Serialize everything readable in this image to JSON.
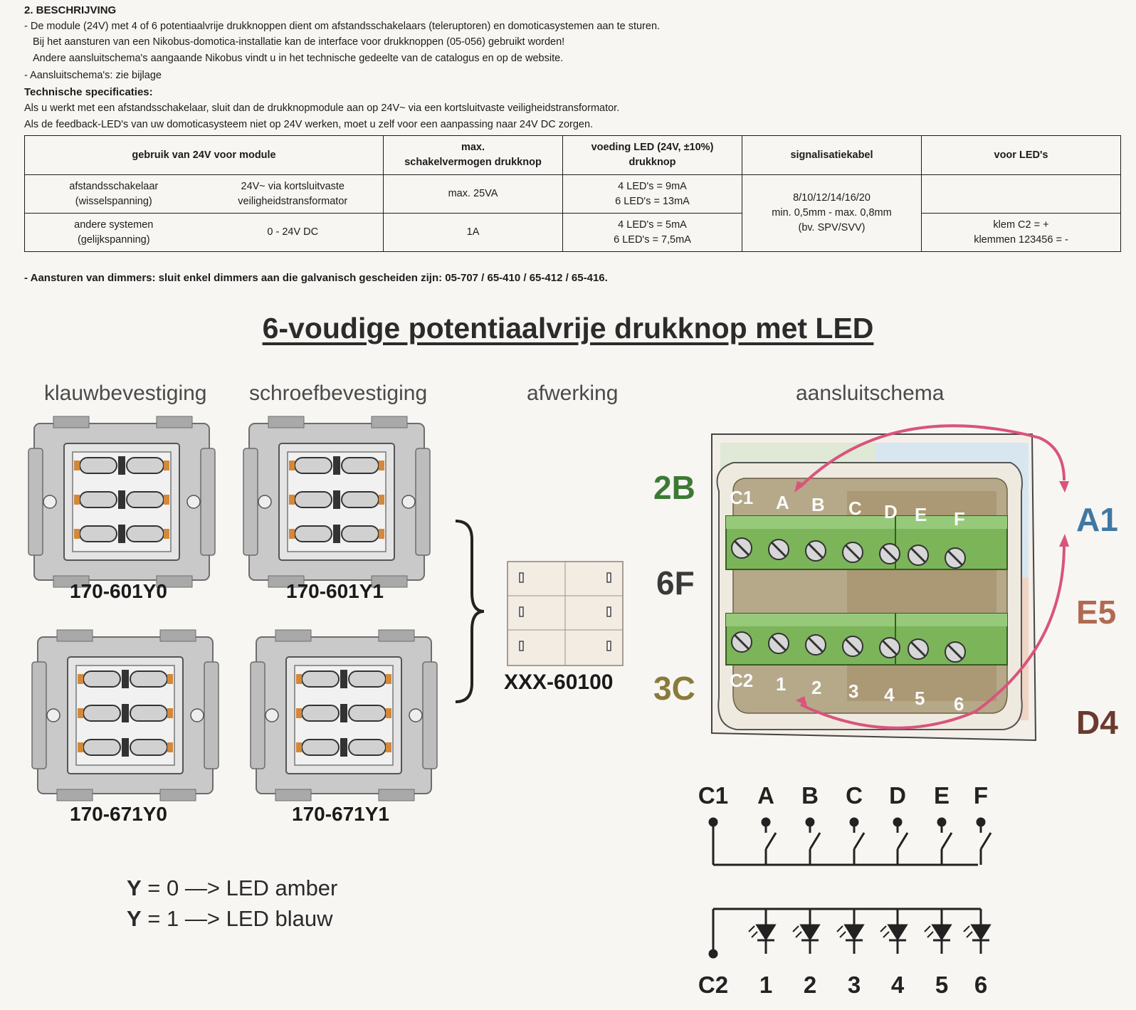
{
  "section_title": "2. BESCHRIJVING",
  "description": {
    "line1": "- De module (24V) met 4 of 6 potentiaalvrije drukknoppen dient om afstandsschakelaars (teleruptoren) en domoticasystemen aan te sturen.",
    "line2": "Bij het aansturen van een Nikobus-domotica-installatie kan de interface voor drukknoppen (05-056) gebruikt worden!",
    "line3": "Andere aansluitschema's aangaande Nikobus vindt u in het technische gedeelte van de catalogus en op de website.",
    "line4": "- Aansluitschema's: zie bijlage"
  },
  "tech_title": "Technische specificaties:",
  "tech": {
    "line1": "Als u werkt met een afstandsschakelaar, sluit dan de drukknopmodule aan op 24V~ via een kortsluitvaste veiligheidstransformator.",
    "line2": "Als de feedback-LED's van uw domoticasysteem niet op 24V werken, moet u zelf voor een aanpassing naar 24V DC zorgen."
  },
  "table": {
    "headers": {
      "h1": "gebruik van 24V voor module",
      "h2a": "max.",
      "h2b": "schakelvermogen drukknop",
      "h3a": "voeding LED (24V, ±10%)",
      "h3b": "drukknop",
      "h4": "signalisatiekabel",
      "h5": "voor LED's"
    },
    "rows": [
      {
        "a1": "afstandsschakelaar",
        "a2": "(wisselspanning)",
        "b1": "24V~ via kortsluitvaste",
        "b2": "veiligheidstransformator",
        "c": "max. 25VA",
        "d1": "4 LED's = 9mA",
        "d2": "6 LED's = 13mA",
        "f": ""
      },
      {
        "a1": "andere systemen",
        "a2": "(gelijkspanning)",
        "b": "0 - 24V DC",
        "c": "1A",
        "d1": "4 LED's = 5mA",
        "d2": "6 LED's = 7,5mA",
        "f1": "klem C2 = +",
        "f2": "klemmen 123456 = -"
      }
    ],
    "cable1": "8/10/12/14/16/20",
    "cable2": "min. 0,5mm - max. 0,8mm",
    "cable3": "(bv. SPV/SVV)"
  },
  "dimmers_note": "- Aansturen van dimmers: sluit enkel dimmers aan die galvanisch gescheiden zijn: 05-707 / 65-410 / 65-412 / 65-416.",
  "main_title": "6-voudige potentiaalvrije drukknop met LED",
  "columns": {
    "claw": "klauwbevestiging",
    "screw": "schroefbevestiging",
    "finish": "afwerking",
    "wiring": "aansluitschema"
  },
  "codes": {
    "m1": "170-601Y0",
    "m2": "170-601Y1",
    "m3": "170-671Y0",
    "m4": "170-671Y1",
    "finish": "XXX-60100"
  },
  "legend": {
    "y0_key": "Y",
    "y0_rest": " = 0 —> LED amber",
    "y1_key": "Y",
    "y1_rest": " = 1 —> LED blauw"
  },
  "terminal_pairs": {
    "p2b": "2B",
    "p6f": "6F",
    "p3c": "3C",
    "pa1": "A1",
    "pe5": "E5",
    "pd4": "D4"
  },
  "colors": {
    "green_pair": "#3c7a33",
    "blue_pair": "#3f78a3",
    "brown_pair": "#6b3a2e",
    "olive_pair": "#8a7a3a",
    "terminal_green": "#7cb45a",
    "arrow": "#d9547c"
  },
  "terminals_top": [
    "C1",
    "A",
    "B",
    "C",
    "D",
    "E",
    "F"
  ],
  "terminals_bottom": [
    "C2",
    "1",
    "2",
    "3",
    "4",
    "5",
    "6"
  ],
  "switch_labels": [
    "C1",
    "A",
    "B",
    "C",
    "D",
    "E",
    "F"
  ],
  "led_labels": [
    "C2",
    "1",
    "2",
    "3",
    "4",
    "5",
    "6"
  ]
}
